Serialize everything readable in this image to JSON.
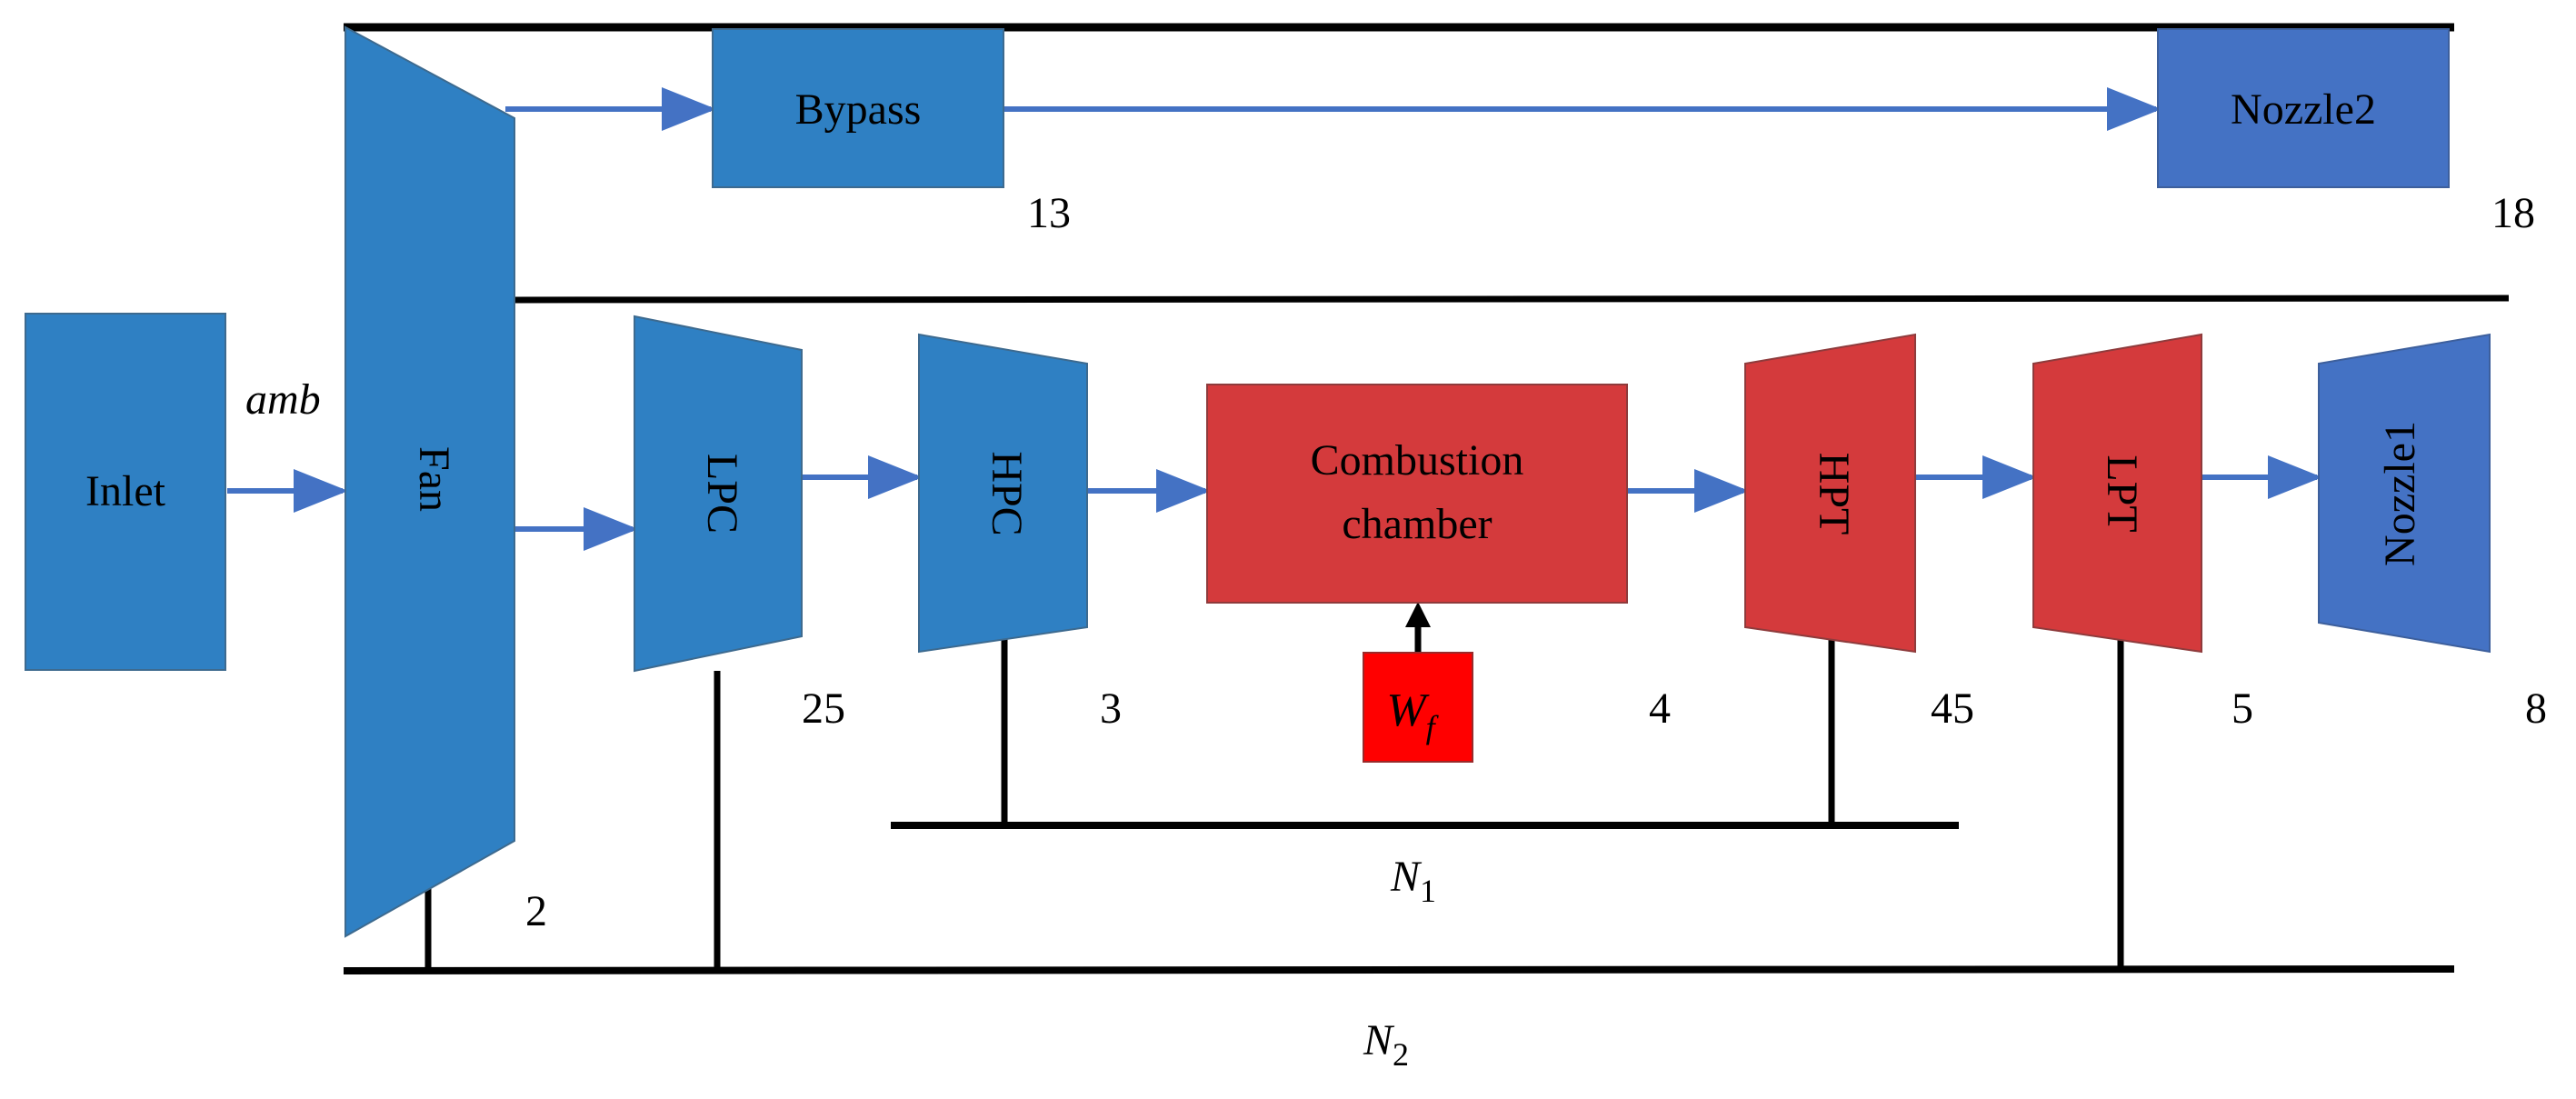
{
  "colors": {
    "component_blue": "#2f80c3",
    "nozzle_blue": "#4472c4",
    "combustion_red": "#d43a3c",
    "fuel_red": "#ff0000",
    "arrow_blue": "#4472c4",
    "line_black": "#000000"
  },
  "components": {
    "inlet": "Inlet",
    "fan": "Fan",
    "bypass": "Bypass",
    "nozzle2": "Nozzle2",
    "lpc": "LPC",
    "hpc": "HPC",
    "combustion_line1": "Combustion",
    "combustion_line2": "chamber",
    "hpt": "HPT",
    "lpt": "LPT",
    "nozzle1": "Nozzle1",
    "fuel_symbol": "W",
    "fuel_subscript": "f"
  },
  "labels": {
    "amb": "amb",
    "station_2": "2",
    "station_13": "13",
    "station_18": "18",
    "station_25": "25",
    "station_3": "3",
    "station_4": "4",
    "station_45": "45",
    "station_5": "5",
    "station_8": "8"
  },
  "shafts": {
    "n1_symbol": "N",
    "n1_subscript": "1",
    "n2_symbol": "N",
    "n2_subscript": "2"
  }
}
